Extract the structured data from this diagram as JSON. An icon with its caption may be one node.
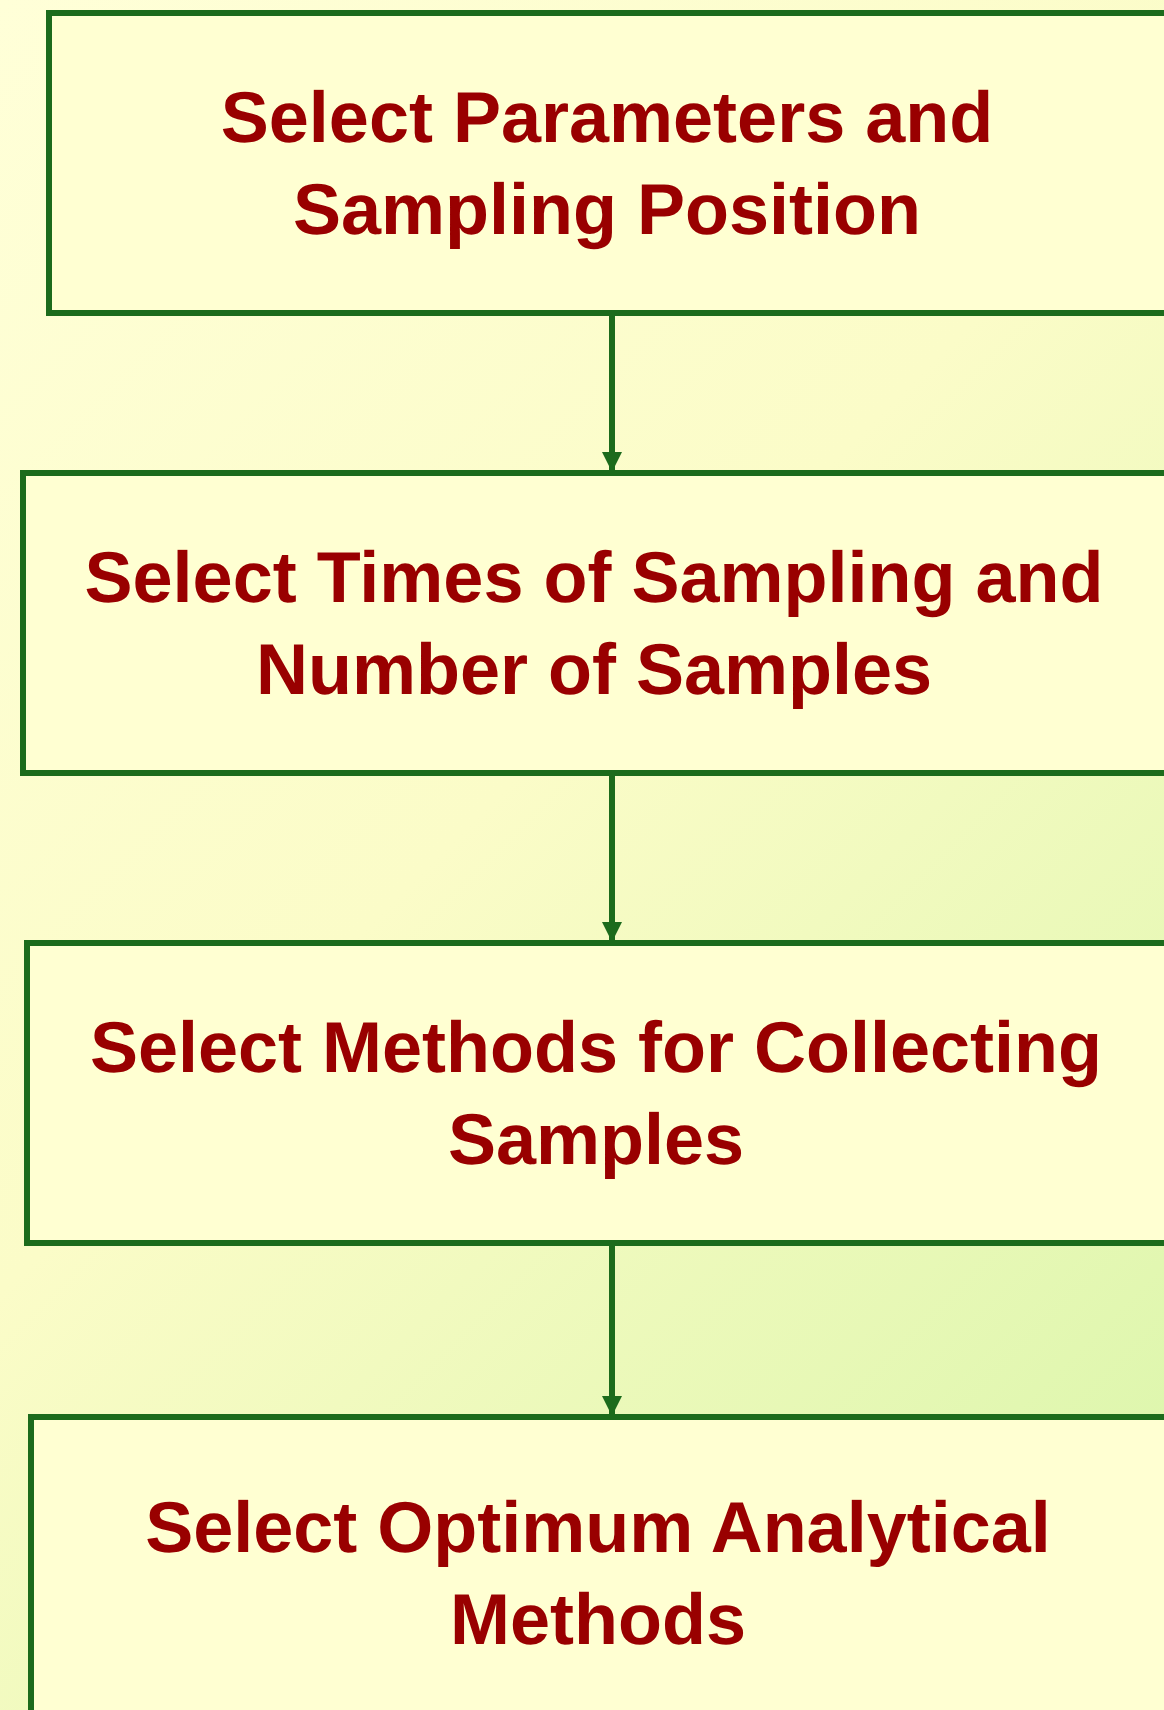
{
  "diagram": {
    "nodes": [
      {
        "text": [
          "Select Parameters and Sampling Position"
        ]
      },
      {
        "text": [
          "Select Times of Sampling and Number of Samples"
        ]
      },
      {
        "text": [
          "Select Methods for Collecting Samples"
        ]
      },
      {
        "text": [
          "Select Optimum Analytical Methods"
        ]
      }
    ],
    "edges": [
      {
        "from": 0,
        "to": 1,
        "arrow": "to"
      },
      {
        "from": 1,
        "to": 2,
        "arrow": "to"
      },
      {
        "from": 2,
        "to": 3,
        "arrow": "to"
      }
    ]
  }
}
